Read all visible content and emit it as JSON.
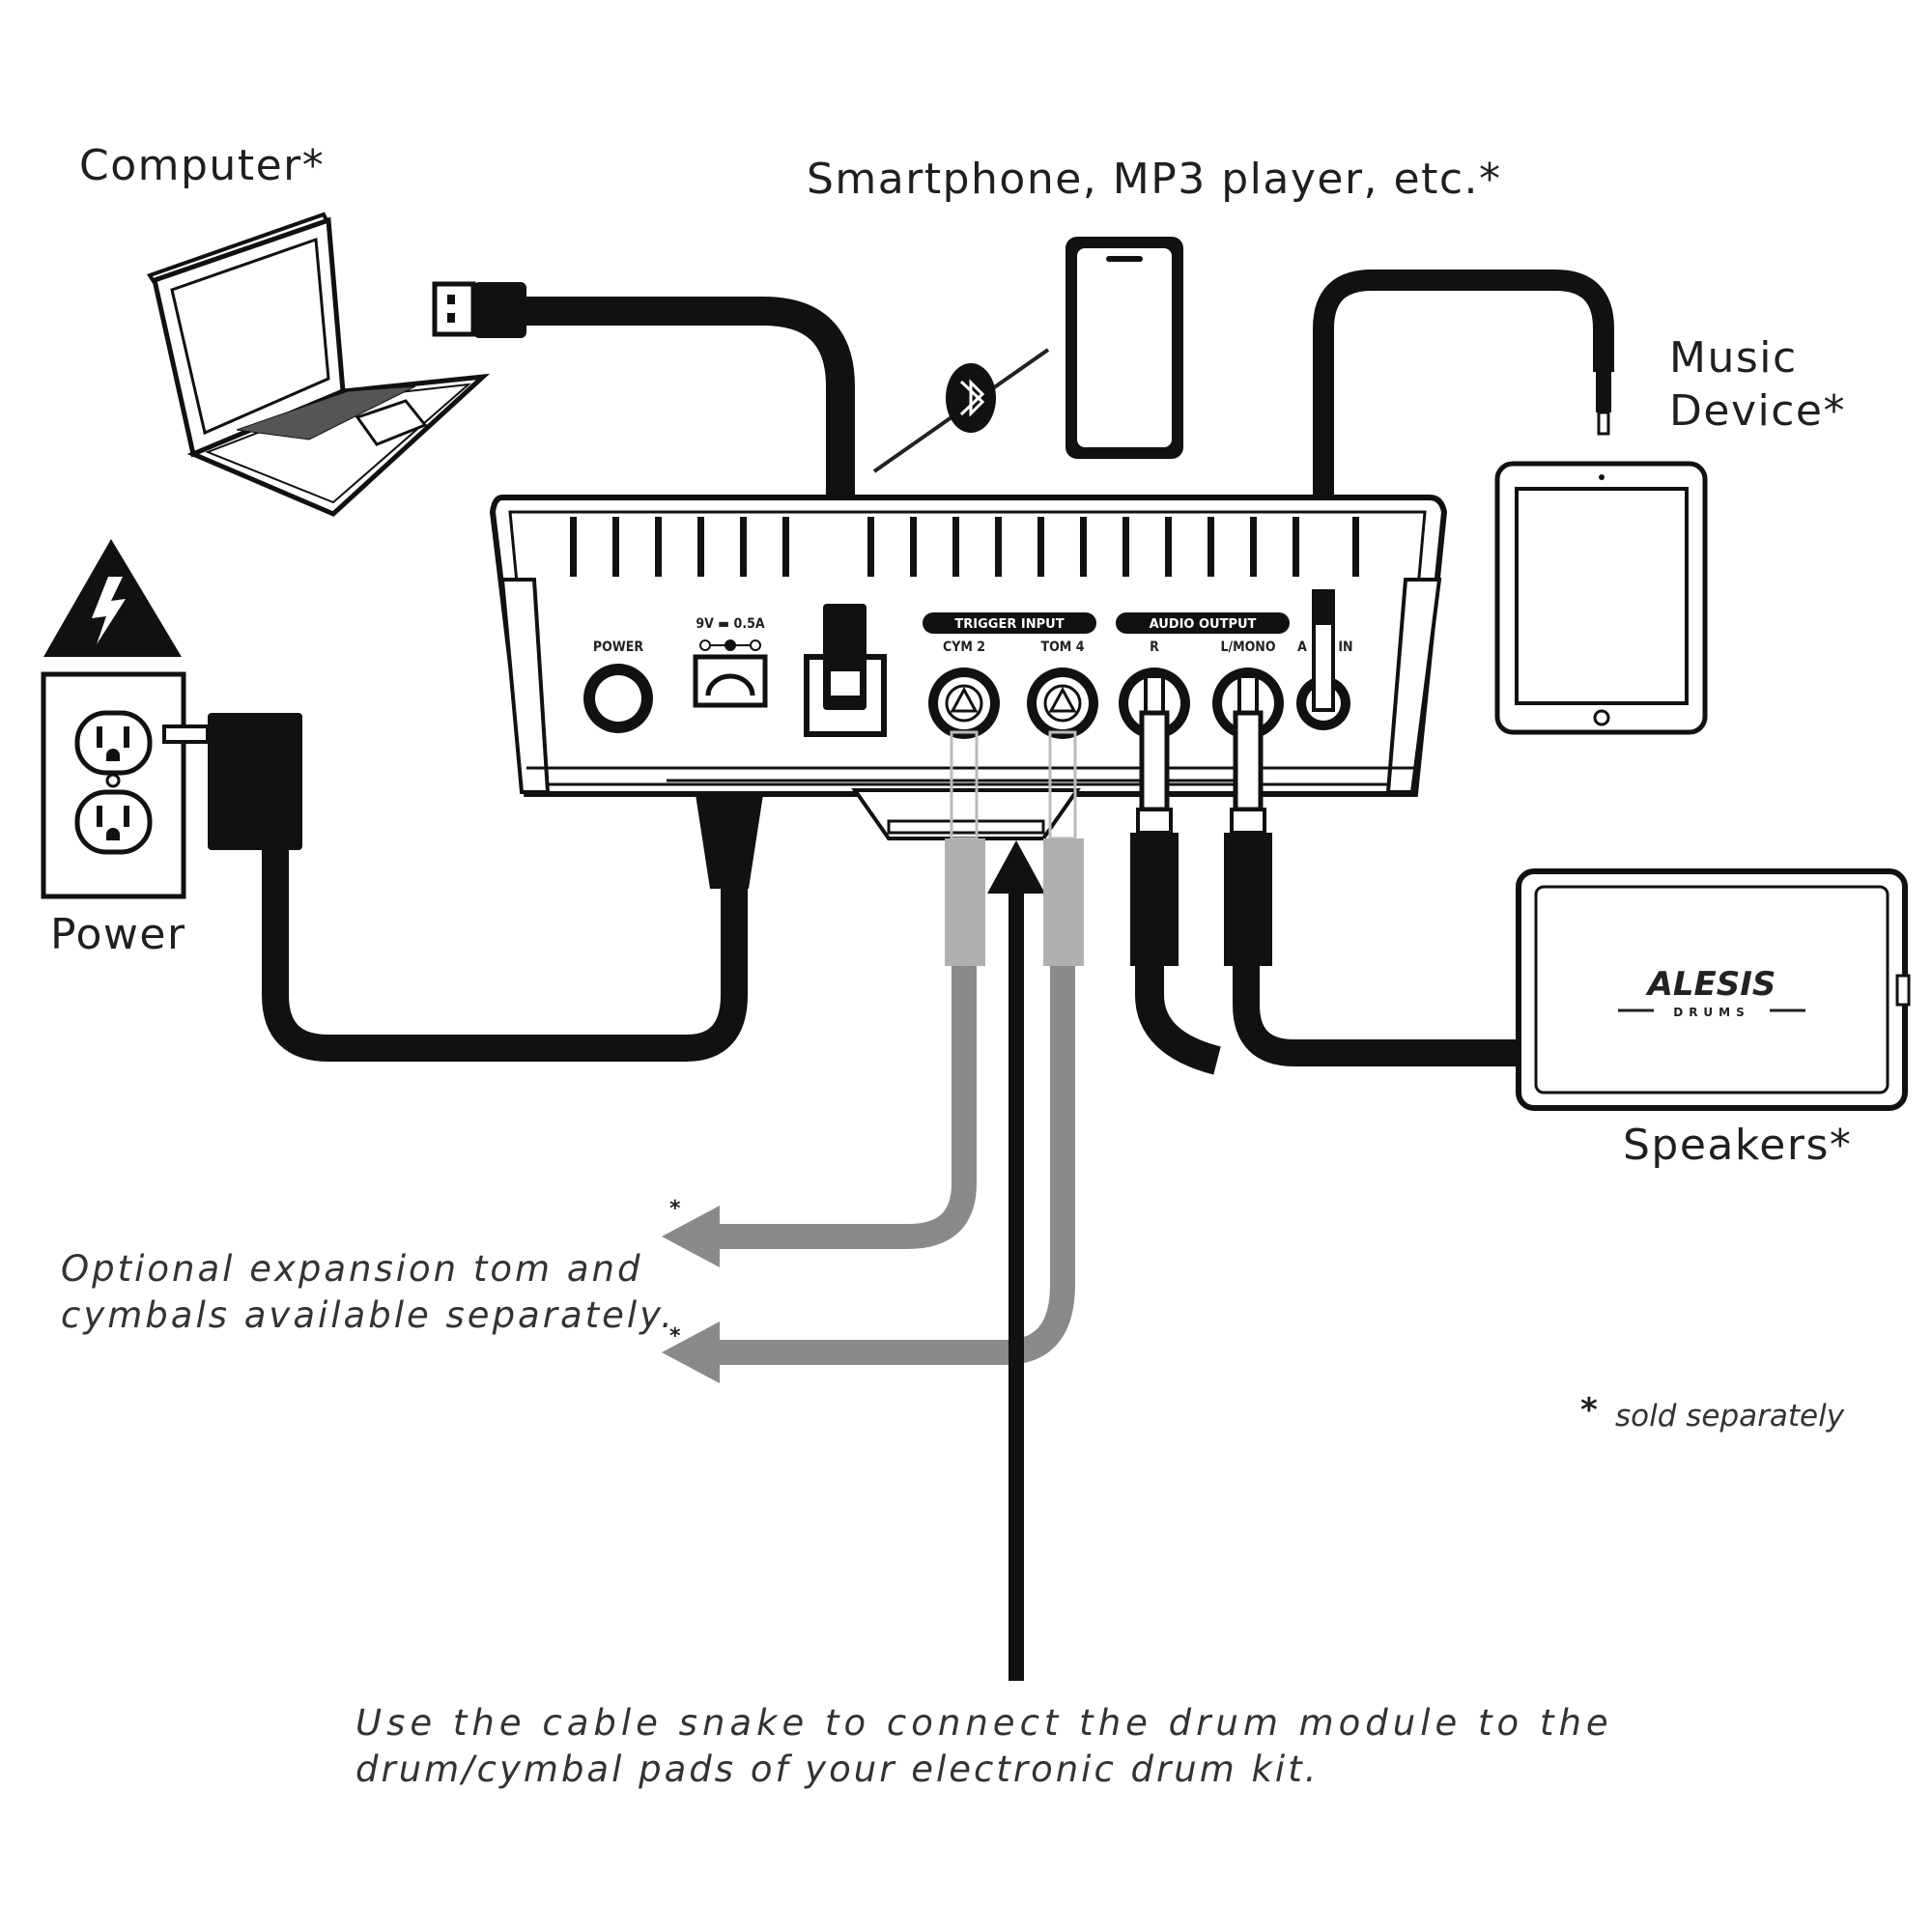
{
  "labels": {
    "computer": "Computer*",
    "smartphone": "Smartphone, MP3 player, etc.*",
    "music_device_line1": "Music",
    "music_device_line2": "Device*",
    "power": "Power",
    "speakers": "Speakers*",
    "expansion_line1": "Optional expansion tom and",
    "expansion_line2": "cymbals available separately.",
    "snake_line1": "Use the cable snake to connect the drum module to the",
    "snake_line2": "drum/cymbal pads of your electronic drum kit.",
    "sold_separately": "sold separately",
    "asterisk": "*"
  },
  "panel": {
    "power": "POWER",
    "dc_rating": "9V ▬ 0.5A",
    "trigger_input": "TRIGGER INPUT",
    "cym2": "CYM 2",
    "tom4": "TOM 4",
    "audio_output": "AUDIO OUTPUT",
    "r": "R",
    "lmono": "L/MONO",
    "aux_in_a": "A",
    "aux_in_in": "IN"
  },
  "brand": {
    "name": "ALESIS",
    "sub": "DRUMS"
  },
  "icons": [
    "laptop-icon",
    "smartphone-icon",
    "tablet-icon",
    "bluetooth-icon",
    "high-voltage-icon",
    "wall-outlet-icon",
    "speaker-icon",
    "usb-plug-icon"
  ]
}
